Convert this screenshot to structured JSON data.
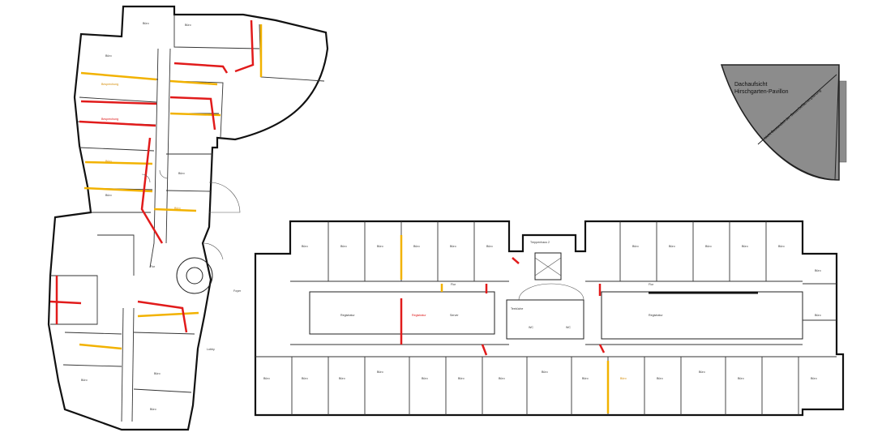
{
  "pavilion": {
    "title_line1": "Dachaufsicht",
    "title_line2": "Hirschgarten-Pavillon",
    "diagonal_note": "Nicht Bestandteil der Gewerbeflächenplanung"
  },
  "rooms": {
    "west_top": "Büro",
    "west_wing": [
      "Büro",
      "Büro",
      "Besprechung",
      "Besprechung",
      "Büro",
      "Büro",
      "Büro",
      "Büro",
      "Büro",
      "Büro",
      "Büro"
    ],
    "flur": "Flur",
    "treppenhaus": "Treppenhaus",
    "foyer": "Foyer",
    "lobby": "Lobby",
    "registratur_1": "Registratur",
    "registratur_2": "Registratur",
    "registratur_3": "Registratur",
    "server": "Server",
    "teekueche": "Teeküche",
    "treppenhaus_2": "Treppenhaus 2",
    "wc": "WC",
    "buero": "Büro"
  },
  "colors": {
    "wall": "#111111",
    "accent_orange": "#f2b200",
    "accent_red": "#e11b1b",
    "pavilion_fill": "#8c8c8c"
  }
}
